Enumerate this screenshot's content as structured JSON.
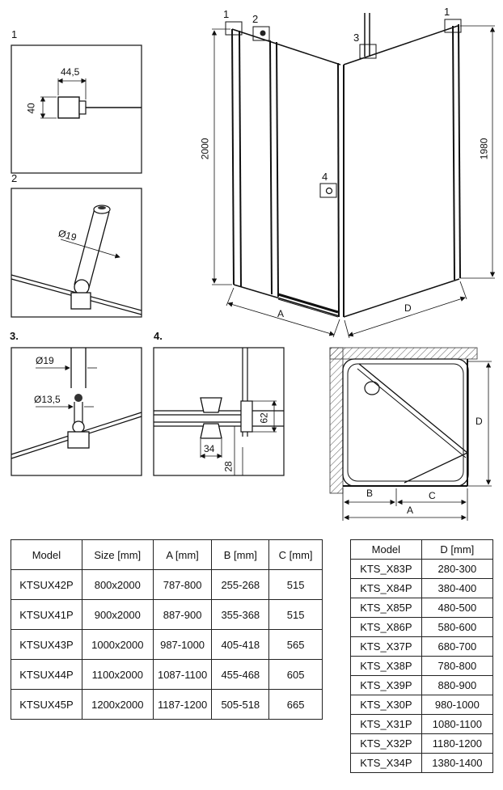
{
  "callouts": {
    "c1": "1",
    "c2": "2",
    "c3": "3.",
    "c4": "4.",
    "m1a": "1",
    "m2": "2",
    "m3": "3",
    "m4": "4",
    "m1b": "1"
  },
  "dims": {
    "d1_w": "44,5",
    "d1_h": "40",
    "d2_dia": "Ø19",
    "d3_dia1": "Ø19",
    "d3_dia2": "Ø13,5",
    "d4_w": "34",
    "d4_h1": "62",
    "d4_h2": "28",
    "main_h1": "2000",
    "main_h2": "1980",
    "main_a": "A",
    "main_d": "D",
    "plan_b": "B",
    "plan_c": "C",
    "plan_a": "A",
    "plan_d": "D"
  },
  "table1": {
    "headers": [
      "Model",
      "Size [mm]",
      "A [mm]",
      "B [mm]",
      "C [mm]"
    ],
    "rows": [
      [
        "KTSUX42P",
        "800x2000",
        "787-800",
        "255-268",
        "515"
      ],
      [
        "KTSUX41P",
        "900x2000",
        "887-900",
        "355-368",
        "515"
      ],
      [
        "KTSUX43P",
        "1000x2000",
        "987-1000",
        "405-418",
        "565"
      ],
      [
        "KTSUX44P",
        "1100x2000",
        "1087-1100",
        "455-468",
        "605"
      ],
      [
        "KTSUX45P",
        "1200x2000",
        "1187-1200",
        "505-518",
        "665"
      ]
    ]
  },
  "table2": {
    "headers": [
      "Model",
      "D [mm]"
    ],
    "rows": [
      [
        "KTS_X83P",
        "280-300"
      ],
      [
        "KTS_X84P",
        "380-400"
      ],
      [
        "KTS_X85P",
        "480-500"
      ],
      [
        "KTS_X86P",
        "580-600"
      ],
      [
        "KTS_X37P",
        "680-700"
      ],
      [
        "KTS_X38P",
        "780-800"
      ],
      [
        "KTS_X39P",
        "880-900"
      ],
      [
        "KTS_X30P",
        "980-1000"
      ],
      [
        "KTS_X31P",
        "1080-1100"
      ],
      [
        "KTS_X32P",
        "1180-1200"
      ],
      [
        "KTS_X34P",
        "1380-1400"
      ]
    ]
  }
}
